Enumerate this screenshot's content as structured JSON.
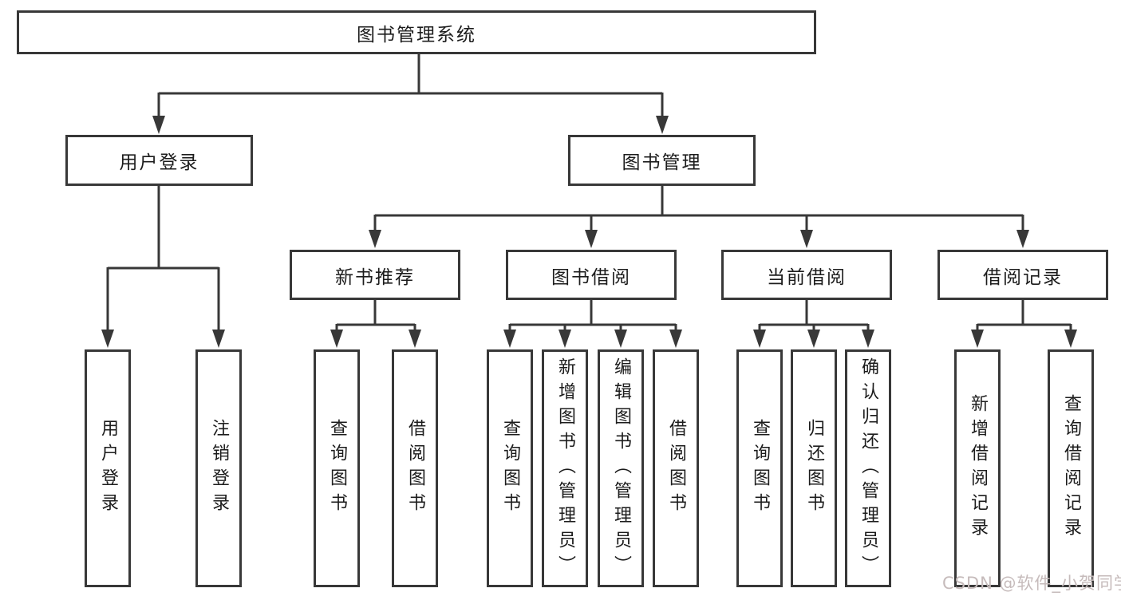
{
  "diagram": {
    "type": "hierarchy-tree",
    "title": "图书管理系统",
    "colors": {
      "line": "#383838",
      "box_border": "#383838",
      "text": "#1c1c1c",
      "background": "#ffffff",
      "watermark": "#c6bbbb"
    },
    "watermark": "CSDN @软件_小贺同学",
    "root": {
      "label": "图书管理系统"
    },
    "level1": [
      {
        "label": "用户登录",
        "parent": "图书管理系统"
      },
      {
        "label": "图书管理",
        "parent": "图书管理系统"
      }
    ],
    "level2": [
      {
        "label": "新书推荐",
        "parent": "图书管理"
      },
      {
        "label": "图书借阅",
        "parent": "图书管理"
      },
      {
        "label": "当前借阅",
        "parent": "图书管理"
      },
      {
        "label": "借阅记录",
        "parent": "图书管理"
      }
    ],
    "leaves": [
      {
        "label": "用户登录",
        "parent": "用户登录"
      },
      {
        "label": "注销登录",
        "parent": "用户登录"
      },
      {
        "label": "查询图书",
        "parent": "新书推荐"
      },
      {
        "label": "借阅图书",
        "parent": "新书推荐"
      },
      {
        "label": "查询图书",
        "parent": "图书借阅"
      },
      {
        "label": "新增图书（管理员）",
        "parent": "图书借阅"
      },
      {
        "label": "编辑图书（管理员）",
        "parent": "图书借阅"
      },
      {
        "label": "借阅图书",
        "parent": "图书借阅"
      },
      {
        "label": "查询图书",
        "parent": "当前借阅"
      },
      {
        "label": "归还图书",
        "parent": "当前借阅"
      },
      {
        "label": "确认归还（管理员）",
        "parent": "当前借阅"
      },
      {
        "label": "新增借阅记录",
        "parent": "借阅记录"
      },
      {
        "label": "查询借阅记录",
        "parent": "借阅记录"
      }
    ]
  }
}
